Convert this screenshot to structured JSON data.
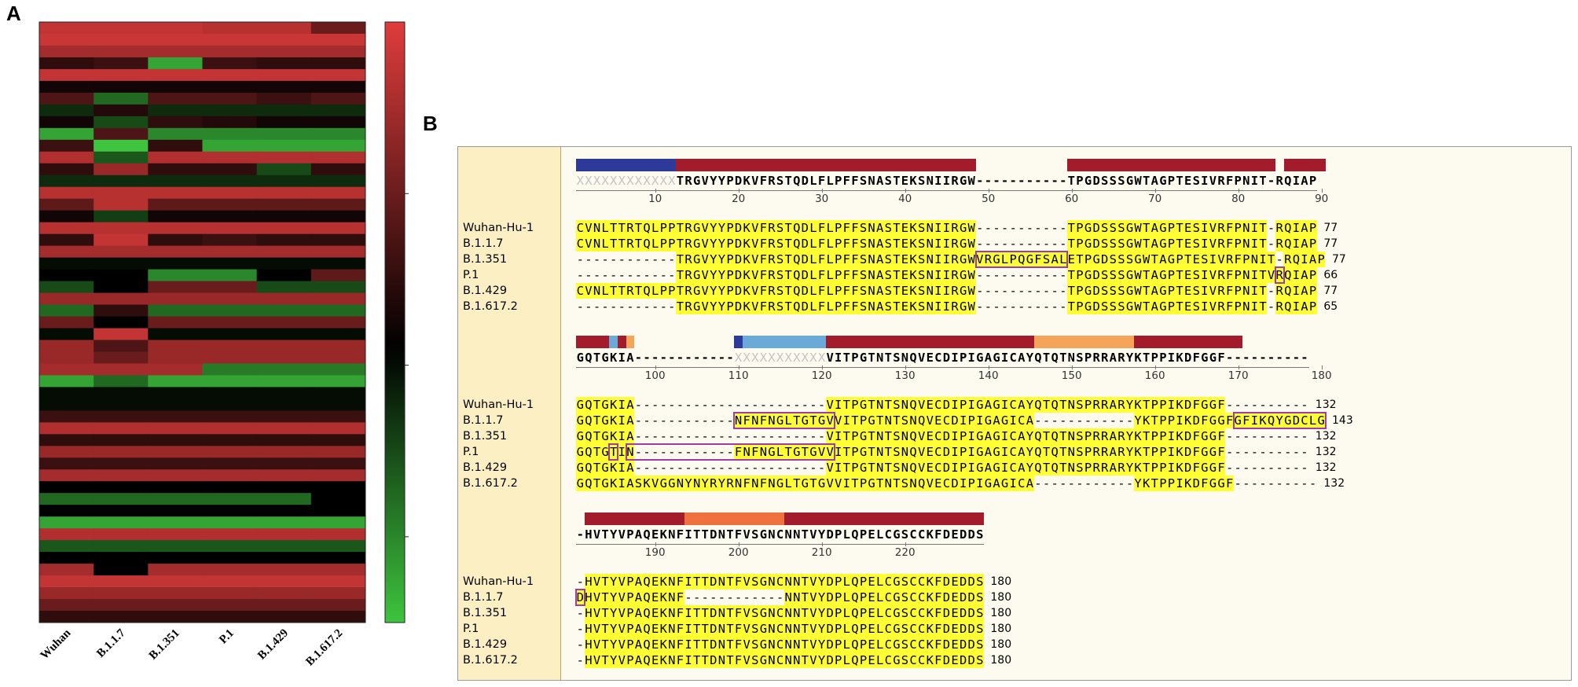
{
  "panels": {
    "a": "A",
    "b": "B"
  },
  "chart_data": {
    "type": "heatmap",
    "columns": [
      "Wuhan",
      "B.1.1.7",
      "B.1.351",
      "P.1",
      "B.1.429",
      "B.1.617.2"
    ],
    "colorbar": {
      "min": 0.3,
      "max": 1.0,
      "ticks": [
        0.4,
        0.6,
        0.8
      ],
      "colors": [
        "#3ec43e",
        "#000000",
        "#e03c3c"
      ]
    },
    "values": [
      [
        0.95,
        0.95,
        0.95,
        0.93,
        0.93,
        0.8
      ],
      [
        0.96,
        0.96,
        0.96,
        0.96,
        0.96,
        0.96
      ],
      [
        0.9,
        0.9,
        0.9,
        0.9,
        0.9,
        0.9
      ],
      [
        0.7,
        0.72,
        0.35,
        0.72,
        0.7,
        0.7
      ],
      [
        0.95,
        0.95,
        0.95,
        0.95,
        0.95,
        0.95
      ],
      [
        0.65,
        0.65,
        0.65,
        0.65,
        0.65,
        0.65
      ],
      [
        0.75,
        0.45,
        0.75,
        0.75,
        0.72,
        0.75
      ],
      [
        0.55,
        0.68,
        0.55,
        0.55,
        0.55,
        0.55
      ],
      [
        0.65,
        0.5,
        0.7,
        0.68,
        0.65,
        0.65
      ],
      [
        0.35,
        0.75,
        0.4,
        0.4,
        0.4,
        0.4
      ],
      [
        0.72,
        0.3,
        0.7,
        0.35,
        0.35,
        0.35
      ],
      [
        0.92,
        0.48,
        0.92,
        0.92,
        0.92,
        0.92
      ],
      [
        0.7,
        0.88,
        0.7,
        0.7,
        0.5,
        0.7
      ],
      [
        0.55,
        0.55,
        0.55,
        0.55,
        0.55,
        0.55
      ],
      [
        0.93,
        0.93,
        0.93,
        0.93,
        0.93,
        0.93
      ],
      [
        0.78,
        0.93,
        0.78,
        0.78,
        0.78,
        0.78
      ],
      [
        0.65,
        0.52,
        0.65,
        0.65,
        0.65,
        0.65
      ],
      [
        0.93,
        0.93,
        0.93,
        0.93,
        0.93,
        0.93
      ],
      [
        0.7,
        0.95,
        0.7,
        0.72,
        0.7,
        0.7
      ],
      [
        0.9,
        0.9,
        0.9,
        0.9,
        0.9,
        0.9
      ],
      [
        0.6,
        0.6,
        0.6,
        0.6,
        0.6,
        0.6
      ],
      [
        0.62,
        0.62,
        0.4,
        0.4,
        0.62,
        0.78
      ],
      [
        0.5,
        0.62,
        0.8,
        0.8,
        0.5,
        0.5
      ],
      [
        0.88,
        0.88,
        0.88,
        0.88,
        0.88,
        0.88
      ],
      [
        0.45,
        0.7,
        0.45,
        0.45,
        0.45,
        0.45
      ],
      [
        0.8,
        0.62,
        0.8,
        0.8,
        0.8,
        0.8
      ],
      [
        0.6,
        0.95,
        0.6,
        0.6,
        0.6,
        0.6
      ],
      [
        0.88,
        0.75,
        0.88,
        0.88,
        0.88,
        0.88
      ],
      [
        0.88,
        0.8,
        0.88,
        0.88,
        0.88,
        0.88
      ],
      [
        0.9,
        0.9,
        0.9,
        0.42,
        0.42,
        0.42
      ],
      [
        0.35,
        0.45,
        0.35,
        0.35,
        0.35,
        0.35
      ],
      [
        0.6,
        0.6,
        0.6,
        0.6,
        0.6,
        0.6
      ],
      [
        0.6,
        0.6,
        0.6,
        0.6,
        0.6,
        0.6
      ],
      [
        0.72,
        0.72,
        0.72,
        0.72,
        0.72,
        0.72
      ],
      [
        0.92,
        0.92,
        0.92,
        0.92,
        0.92,
        0.92
      ],
      [
        0.7,
        0.7,
        0.7,
        0.7,
        0.7,
        0.7
      ],
      [
        0.88,
        0.88,
        0.88,
        0.88,
        0.88,
        0.88
      ],
      [
        0.72,
        0.72,
        0.72,
        0.72,
        0.72,
        0.72
      ],
      [
        0.9,
        0.9,
        0.9,
        0.9,
        0.9,
        0.9
      ],
      [
        0.62,
        0.62,
        0.62,
        0.62,
        0.62,
        0.62
      ],
      [
        0.45,
        0.45,
        0.45,
        0.45,
        0.45,
        0.62
      ],
      [
        0.62,
        0.62,
        0.62,
        0.62,
        0.62,
        0.62
      ],
      [
        0.35,
        0.35,
        0.35,
        0.35,
        0.35,
        0.35
      ],
      [
        0.92,
        0.92,
        0.92,
        0.92,
        0.92,
        0.92
      ],
      [
        0.48,
        0.48,
        0.48,
        0.48,
        0.48,
        0.48
      ],
      [
        0.62,
        0.62,
        0.62,
        0.62,
        0.62,
        0.62
      ],
      [
        0.9,
        0.62,
        0.9,
        0.9,
        0.9,
        0.9
      ],
      [
        0.95,
        0.95,
        0.95,
        0.95,
        0.95,
        0.95
      ],
      [
        0.88,
        0.88,
        0.88,
        0.88,
        0.88,
        0.88
      ],
      [
        0.8,
        0.8,
        0.8,
        0.8,
        0.8,
        0.8
      ],
      [
        0.7,
        0.7,
        0.7,
        0.7,
        0.7,
        0.7
      ]
    ]
  },
  "alignment": {
    "block1": {
      "ruler": [
        10,
        20,
        30,
        40,
        50,
        60,
        70,
        80,
        90
      ],
      "consensus": "XXXXXXXXXXXXTRGVYYPDKVFRSTQDLFLPFFSNASTEKSNIIRGW-----------TPGDSSSGWTAGPTESIVRFPNIT-RQIAP",
      "rows": [
        {
          "name": "Wuhan-Hu-1",
          "seq": "CVNLTTRTQLPPTRGVYYPDKVFRSTQDLFLPFFSNASTEKSNIIRGW-----------TPGDSSSGWTAGPTESIVRFPNIT-RQIAP",
          "count": "77"
        },
        {
          "name": "B.1.1.7",
          "seq": "CVNLTTRTQLPPTRGVYYPDKVFRSTQDLFLPFFSNASTEKSNIIRGW-----------TPGDSSSGWTAGPTESIVRFPNIT-RQIAP",
          "count": "77"
        },
        {
          "name": "B.1.351",
          "seq": "------------TRGVYYPDKVFRSTQDLFLPFFSNASTEKSNIIRGWVRGLPQGFSALETPGDSSSGWTAGPTESIVRFPNIT-RQIAP",
          "count": "77"
        },
        {
          "name": "P.1",
          "seq": "------------TRGVYYPDKVFRSTQDLFLPFFSNASTEKSNIIRGW-----------TPGDSSSGWTAGPTESIVRFPNITVRQIAP",
          "count": "66"
        },
        {
          "name": "B.1.429",
          "seq": "CVNLTTRTQLPPTRGVYYPDKVFRSTQDLFLPFFSNASTEKSNIIRGW-----------TPGDSSSGWTAGPTESIVRFPNIT-RQIAP",
          "count": "77"
        },
        {
          "name": "B.1.617.2",
          "seq": "------------TRGVYYPDKVFRSTQDLFLPFFSNASTEKSNIIRGW-----------TPGDSSSGWTAGPTESIVRFPNIT-RQIAP",
          "count": "65"
        }
      ]
    },
    "block2": {
      "ruler": [
        100,
        110,
        120,
        130,
        140,
        150,
        160,
        170,
        180
      ],
      "consensus": "GQTGKIA------------XXXXXXXXXXXVITPGTNTSNQVECDIPIGAGICAYQTQTNSPRRARYKTPPIKDFGGF----------",
      "rows": [
        {
          "name": "Wuhan-Hu-1",
          "seq": "GQTGKIA-----------------------VITPGTNTSNQVECDIPIGAGICAYQTQTNSPRRARYKTPPIKDFGGF----------",
          "count": "132"
        },
        {
          "name": "B.1.1.7",
          "seq": "GQTGKIA------------NFNFNGLTGTGVVITPGTNTSNQVECDIPIGAGICA------------YKTPPIKDFGGFGFIKQYGDCLG",
          "count": "143"
        },
        {
          "name": "B.1.351",
          "seq": "GQTGKIA-----------------------VITPGTNTSNQVECDIPIGAGICAYQTQTNSPRRARYKTPPIKDFGGF----------",
          "count": "132"
        },
        {
          "name": "P.1",
          "seq": "GQTGTIN------------FNFNGLTGTGVVITPGTNTSNQVECDIPIGAGICAYQTQTNSPRRARYKTPPIKDFGGF----------",
          "count": "132"
        },
        {
          "name": "B.1.429",
          "seq": "GQTGKIA-----------------------VITPGTNTSNQVECDIPIGAGICAYQTQTNSPRRARYKTPPIKDFGGF----------",
          "count": "132"
        },
        {
          "name": "B.1.617.2",
          "seq": "GQTGKIASKVGGNYNYRYRNFNFNGLTGTGVVITPGTNTSNQVECDIPIGAGICA------------YKTPPIKDFGGF----------",
          "count": "132"
        }
      ]
    },
    "block3": {
      "ruler": [
        190,
        200,
        210,
        220
      ],
      "consensus": "-HVTYVPAQEKNFITTDNTFVSGNCNNTVYDPLQPELCGSCCKFDEDDS",
      "rows": [
        {
          "name": "Wuhan-Hu-1",
          "seq": "-HVTYVPAQEKNFITTDNTFVSGNCNNTVYDPLQPELCGSCCKFDEDDS",
          "count": "180"
        },
        {
          "name": "B.1.1.7",
          "seq": "DHVTYVPAQEKNF------------NNTVYDPLQPELCGSCCKFDEDDS",
          "count": "180"
        },
        {
          "name": "B.1.351",
          "seq": "-HVTYVPAQEKNFITTDNTFVSGNCNNTVYDPLQPELCGSCCKFDEDDS",
          "count": "180"
        },
        {
          "name": "P.1",
          "seq": "-HVTYVPAQEKNFITTDNTFVSGNCNNTVYDPLQPELCGSCCKFDEDDS",
          "count": "180"
        },
        {
          "name": "B.1.429",
          "seq": "-HVTYVPAQEKNFITTDNTFVSGNCNNTVYDPLQPELCGSCCKFDEDDS",
          "count": "180"
        },
        {
          "name": "B.1.617.2",
          "seq": "-HVTYVPAQEKNFITTDNTFVSGNCNNTVYDPLQPELCGSCCKFDEDDS",
          "count": "180"
        }
      ]
    },
    "colors": {
      "highlight": "#ffff33",
      "darkred": "#a31c2b",
      "navy": "#2e3a9a",
      "lightblue": "#6aaad8",
      "orange": "#f4a55a",
      "coral": "#f07040",
      "box": "#a23aa8"
    }
  }
}
